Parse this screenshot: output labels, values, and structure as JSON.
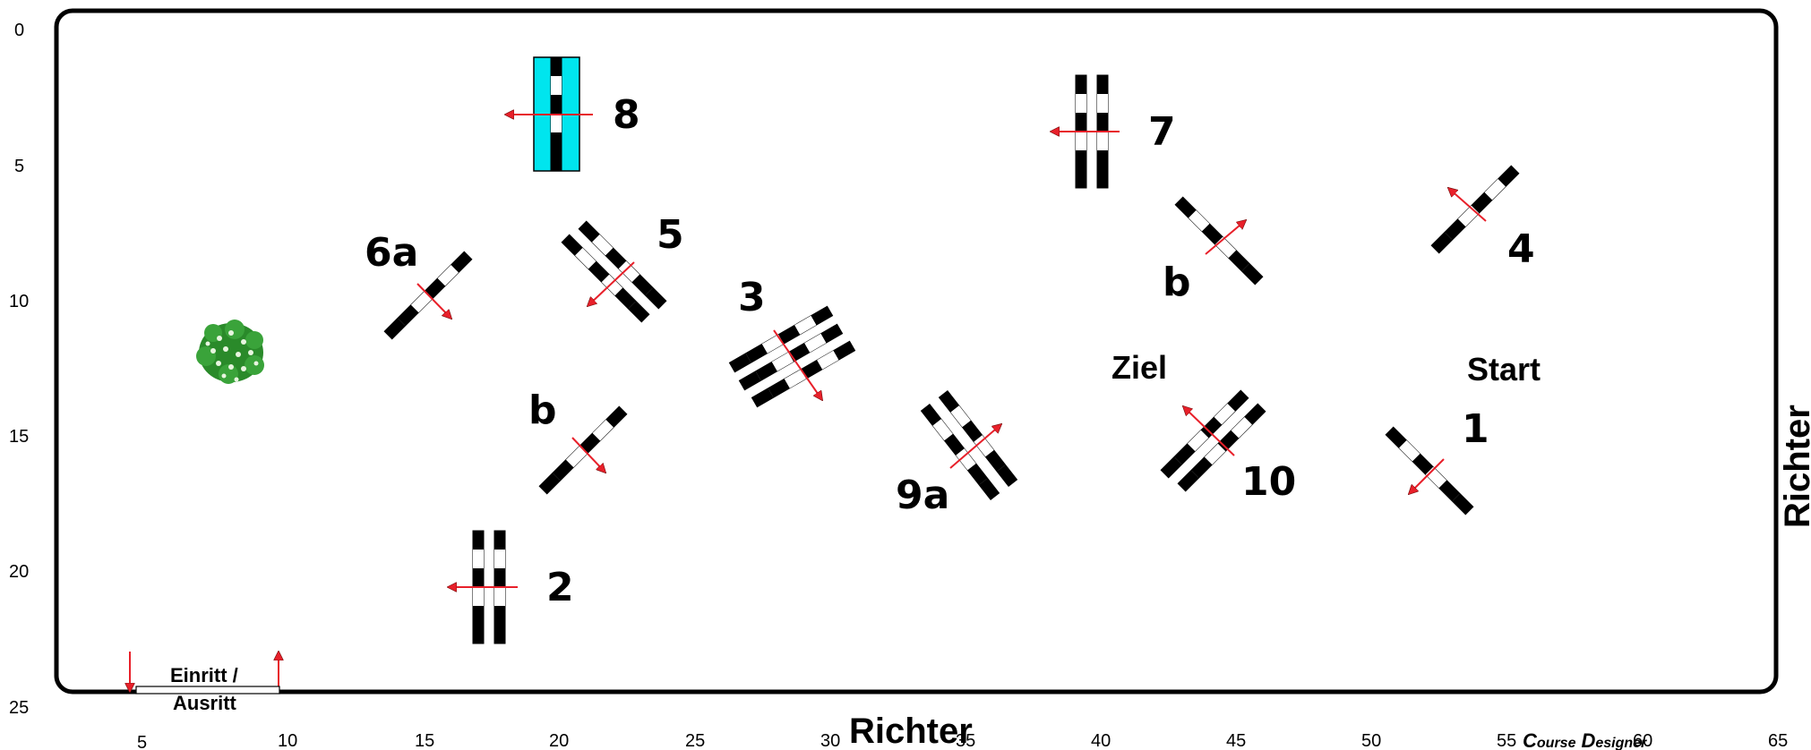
{
  "arena": {
    "x_ticks": [
      "5",
      "10",
      "15",
      "20",
      "25",
      "30",
      "35",
      "40",
      "45",
      "50",
      "55",
      "60",
      "65"
    ],
    "y_ticks": [
      "0",
      "5",
      "10",
      "15",
      "20",
      "25"
    ]
  },
  "labels": {
    "num_8": "8",
    "num_7": "7",
    "num_5": "5",
    "num_6a": "6a",
    "num_4": "4",
    "num_b_right": "b",
    "num_3": "3",
    "num_b_left": "b",
    "num_1": "1",
    "num_9a": "9a",
    "num_10": "10",
    "num_2": "2",
    "ziel": "Ziel",
    "start": "Start"
  },
  "gate": {
    "line1": "Einritt /",
    "line2": "Ausritt"
  },
  "judge": {
    "bottom": "Richter",
    "right": "Richter"
  },
  "branding": {
    "word1_initial": "C",
    "word1_rest": "ourse",
    "word2_initial": "D",
    "word2_rest": "esigner"
  },
  "colors": {
    "arena_border": "#000000",
    "water_jump": "#00e5ee",
    "direction_arrow": "#e8202a",
    "bush": "#2a8a2a"
  },
  "icons": {
    "direction": "red-arrow-icon",
    "bush": "bush-icon",
    "gate": "entry-exit-gate-icon"
  }
}
